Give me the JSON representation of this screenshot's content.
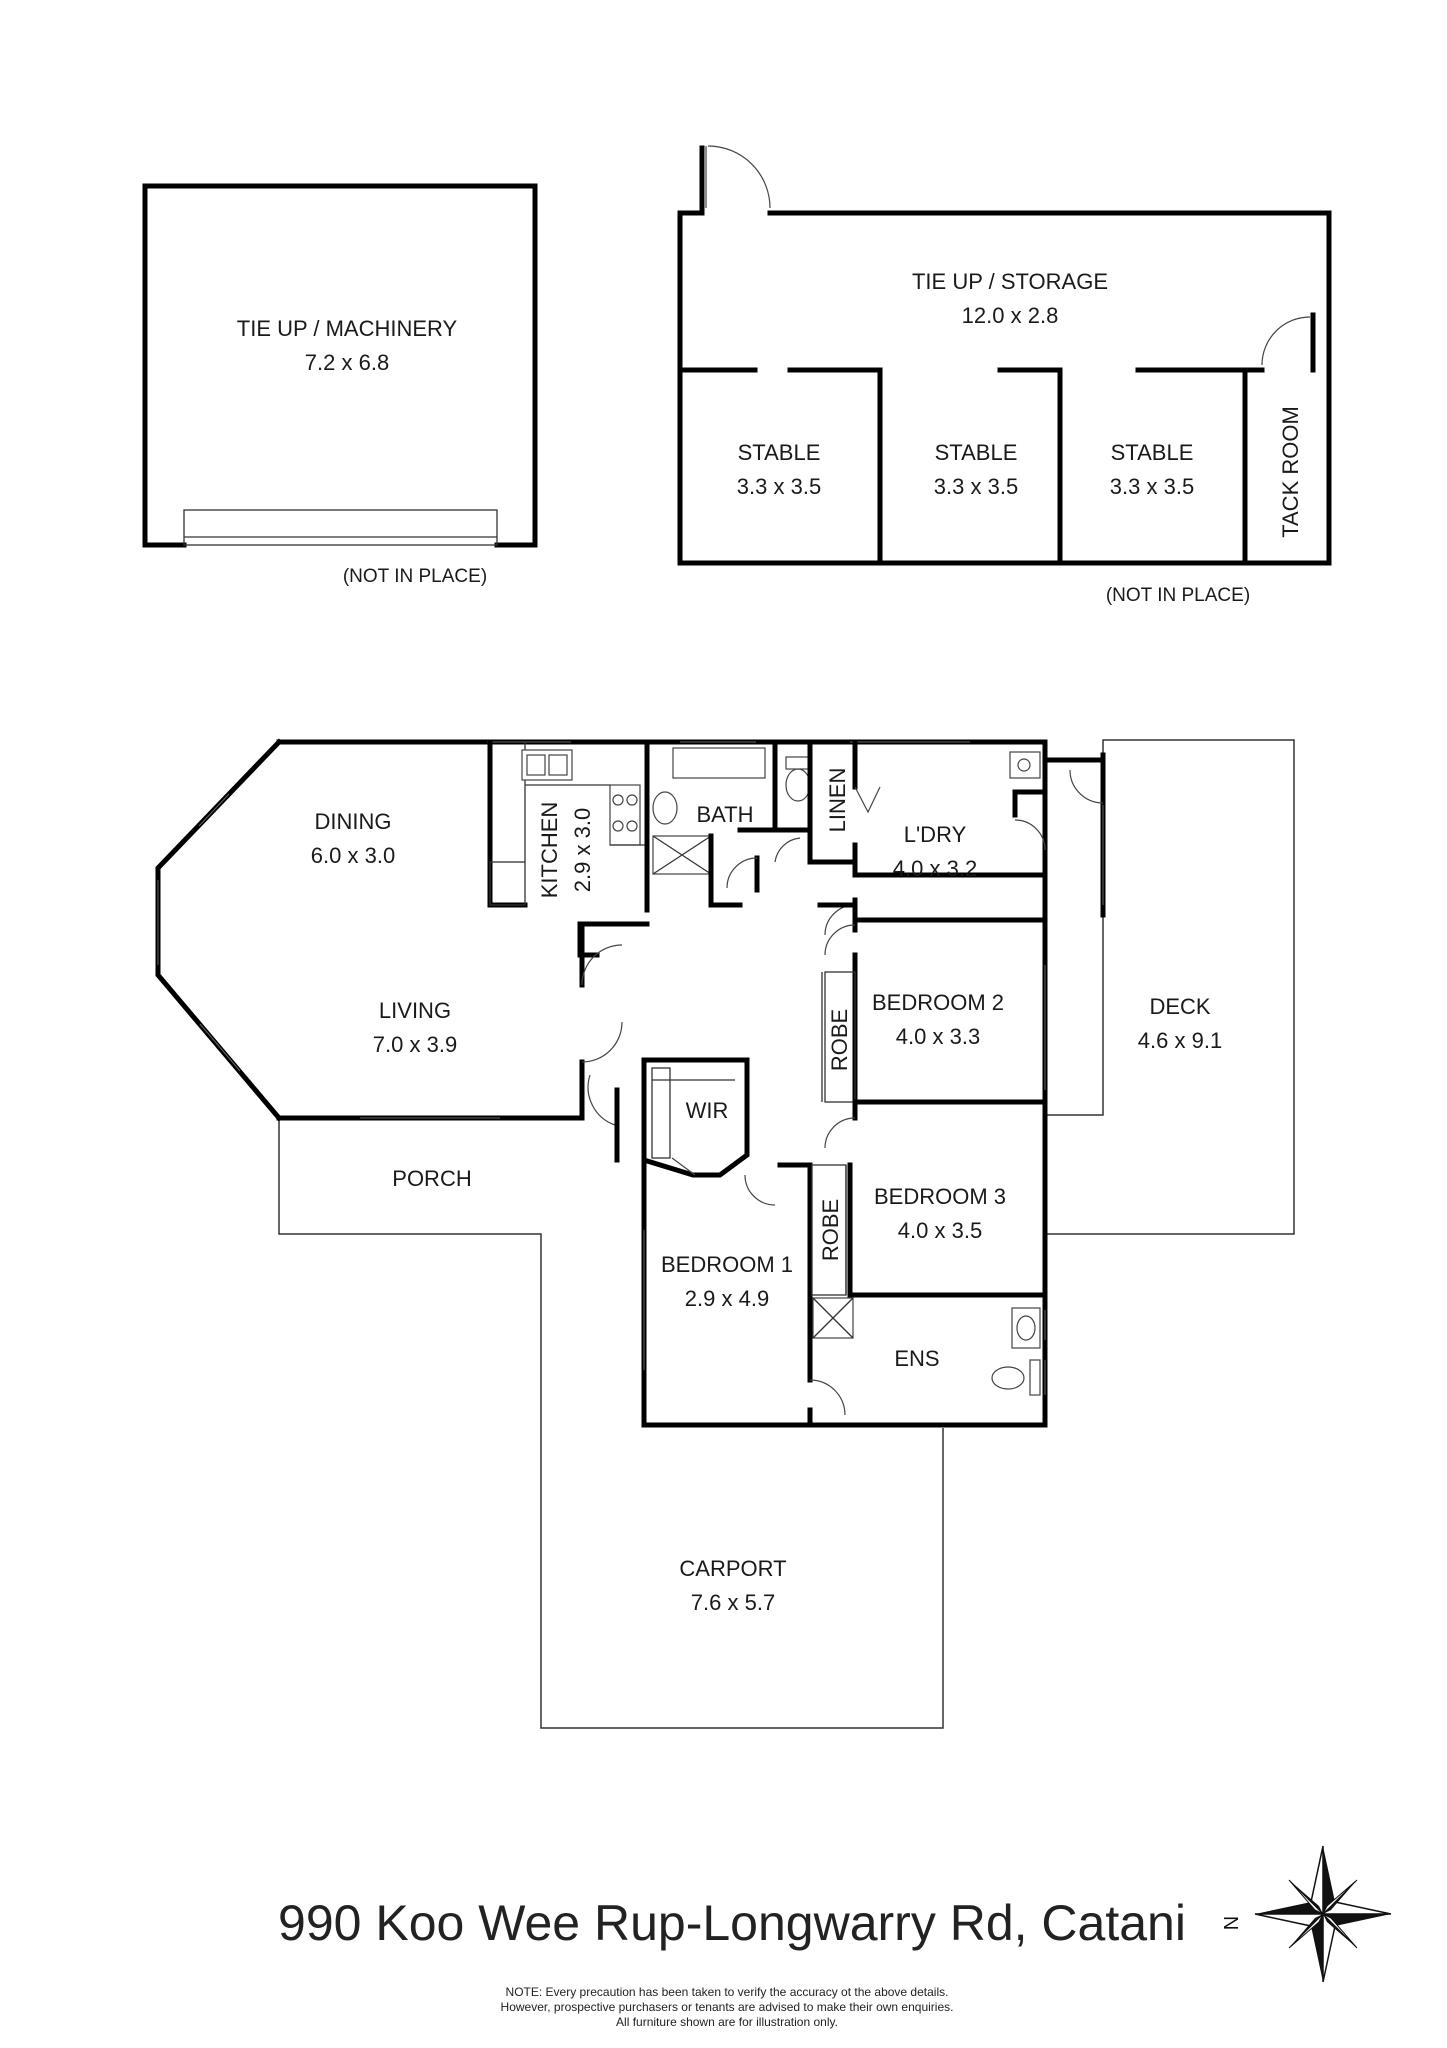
{
  "outbuildings": {
    "machinery": {
      "name": "TIE UP / MACHINERY",
      "size": "7.2 x 6.8",
      "note": "(NOT IN PLACE)"
    },
    "storage": {
      "name": "TIE UP / STORAGE",
      "size": "12.0 x 2.8",
      "note": "(NOT IN PLACE)"
    },
    "stable1": {
      "name": "STABLE",
      "size": "3.3 x 3.5"
    },
    "stable2": {
      "name": "STABLE",
      "size": "3.3 x 3.5"
    },
    "stable3": {
      "name": "STABLE",
      "size": "3.3 x 3.5"
    },
    "tack_room": {
      "name": "TACK ROOM"
    }
  },
  "house": {
    "dining": {
      "name": "DINING",
      "size": "6.0 x 3.0"
    },
    "living": {
      "name": "LIVING",
      "size": "7.0 x 3.9"
    },
    "kitchen": {
      "name": "KITCHEN",
      "size": "2.9 x 3.0"
    },
    "bath": {
      "name": "BATH"
    },
    "linen": {
      "name": "LINEN"
    },
    "laundry": {
      "name": "L'DRY",
      "size": "4.0 x 3.2"
    },
    "bedroom2": {
      "name": "BEDROOM 2",
      "size": "4.0 x 3.3"
    },
    "robe2": {
      "name": "ROBE"
    },
    "deck": {
      "name": "DECK",
      "size": "4.6 x 9.1"
    },
    "wir": {
      "name": "WIR"
    },
    "porch": {
      "name": "PORCH"
    },
    "bedroom3": {
      "name": "BEDROOM 3",
      "size": "4.0 x 3.5"
    },
    "robe3": {
      "name": "ROBE"
    },
    "bedroom1": {
      "name": "BEDROOM 1",
      "size": "2.9 x 4.9"
    },
    "ensuite": {
      "name": "ENS"
    },
    "carport": {
      "name": "CARPORT",
      "size": "7.6 x 5.7"
    }
  },
  "address": "990 Koo Wee Rup-Longwarry Rd, Catani",
  "compass": {
    "label": "N"
  },
  "disclaimer": [
    "NOTE: Every precaution has been taken to verify the accuracy ot the above details.",
    "However, prospective purchasers or tenants are advised to make their own enquiries.",
    "All furniture shown are for illustration only."
  ]
}
